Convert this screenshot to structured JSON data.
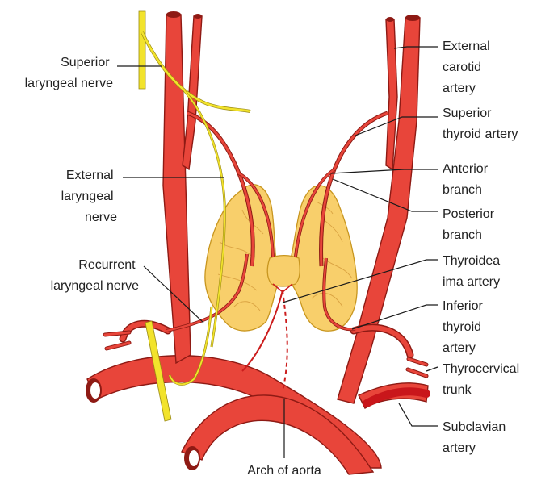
{
  "colors": {
    "artery": "#e8453a",
    "artery_outline": "#8e1a14",
    "nerve": "#f2e32c",
    "thyroid": "#f8cf6b",
    "leader": "#1a1a1a"
  },
  "labels": {
    "superior_laryngeal_nerve": [
      "Superior",
      "laryngeal nerve"
    ],
    "external_laryngeal_nerve": [
      "External",
      "laryngeal",
      "nerve"
    ],
    "recurrent_laryngeal_nerve": [
      "Recurrent",
      "laryngeal nerve"
    ],
    "external_carotid_artery": [
      "External",
      "carotid",
      "artery"
    ],
    "superior_thyroid_artery": [
      "Superior",
      "thyroid artery"
    ],
    "anterior_branch": [
      "Anterior",
      "branch"
    ],
    "posterior_branch": [
      "Posterior",
      "branch"
    ],
    "thyroidea_ima_artery": [
      "Thyroidea",
      "ima artery"
    ],
    "inferior_thyroid_artery": [
      "Inferior",
      "thyroid",
      "artery"
    ],
    "thyrocervical_trunk": [
      "Thyrocervical",
      "trunk"
    ],
    "subclavian_artery": [
      "Subclavian",
      "artery"
    ],
    "arch_of_aorta": [
      "Arch of aorta"
    ]
  }
}
